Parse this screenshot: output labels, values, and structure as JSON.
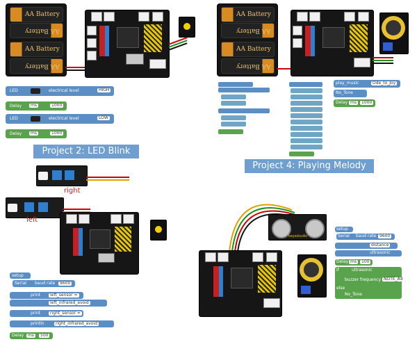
{
  "project2": {
    "title": "Project 2: LED Blink",
    "battery_label": "AA Battery",
    "blocks": {
      "led1_label": "LED",
      "led1_text": "electrical level",
      "led1_value": "HIGH",
      "delay1_label": "Delay",
      "delay1_unit": "ms",
      "delay1_value": "1000",
      "led2_label": "LED",
      "led2_text": "electrical level",
      "led2_value": "LOW",
      "delay2_label": "Delay",
      "delay2_unit": "ms",
      "delay2_value": "1000"
    }
  },
  "project4": {
    "title": "Project 4: Playing Melody",
    "battery_label": "AA Battery",
    "blocks": {
      "play_music": "play_music",
      "music_value": "Ode_to_Joy",
      "no_tone": "No_Tone",
      "delay_label": "Delay",
      "delay_unit": "ms",
      "delay_value": "1000"
    }
  },
  "project_ir": {
    "right_label": "right",
    "left_label": "left",
    "blocks": {
      "setup": "setup",
      "serial_label": "Serial",
      "baud_rate": "baud rate",
      "baud_value": "9600",
      "print1": "print",
      "left_sensor": "left_sensor =",
      "left_infrared": "left_infrared_avoid",
      "print2": "print",
      "right_sensor": "right_sensor =",
      "println": "println",
      "right_infrared": "right_infrared_avoid",
      "delay_label": "Delay",
      "delay_unit": "ms",
      "delay_value": "500"
    }
  },
  "project_ultra": {
    "brand": "keyestudio",
    "blocks": {
      "setup": "setup",
      "serial": "Serial",
      "baud_rate": "baud rate",
      "baud_value": "9600",
      "distance": "distance",
      "ultrasonic": "ultrasonic",
      "if_label": "if",
      "buzzer": "buzzer",
      "frequency": "frequency",
      "note": "NOTE_A4",
      "else_label": "else",
      "no_tone": "No_Tone",
      "delay_label": "Delay",
      "delay_unit": "ms",
      "delay_value": "100"
    }
  },
  "colors": {
    "block_blue": "#5a8ec5",
    "block_green": "#5aa34d",
    "title_bg": "#6e9fd0",
    "battery_orange": "#d98b23"
  }
}
